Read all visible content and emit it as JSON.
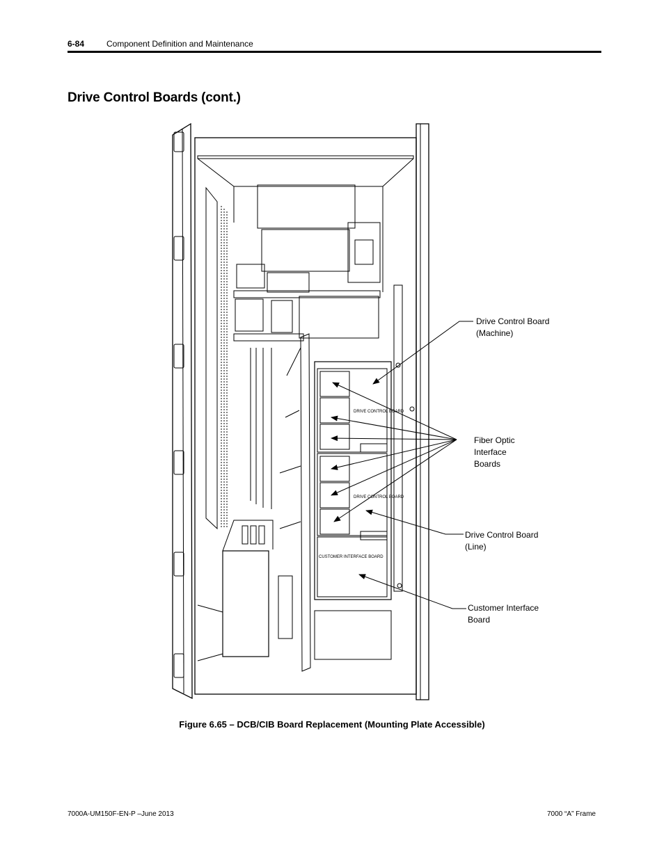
{
  "header": {
    "page_number": "6-84",
    "chapter_title": "Component Definition and Maintenance"
  },
  "section_title": "Drive Control Boards (cont.)",
  "figure": {
    "caption": "Figure 6.65 – DCB/CIB Board Replacement (Mounting Plate Accessible)",
    "callouts": {
      "dcb_machine": [
        "Drive Control Board",
        "(Machine)"
      ],
      "fiber_optic": [
        "Fiber Optic",
        "Interface",
        "Boards"
      ],
      "dcb_line": [
        "Drive Control Board",
        "(Line)"
      ],
      "cib": [
        "Customer Interface",
        "Board"
      ]
    },
    "board_labels": {
      "dcb_upper": "DRIVE CONTROL BOARD",
      "dcb_lower": "DRIVE CONTROL BOARD",
      "cib": "CUSTOMER INTERFACE BOARD"
    }
  },
  "footer": {
    "left": "7000A-UM150F-EN-P –June 2013",
    "right": "7000 “A” Frame"
  }
}
